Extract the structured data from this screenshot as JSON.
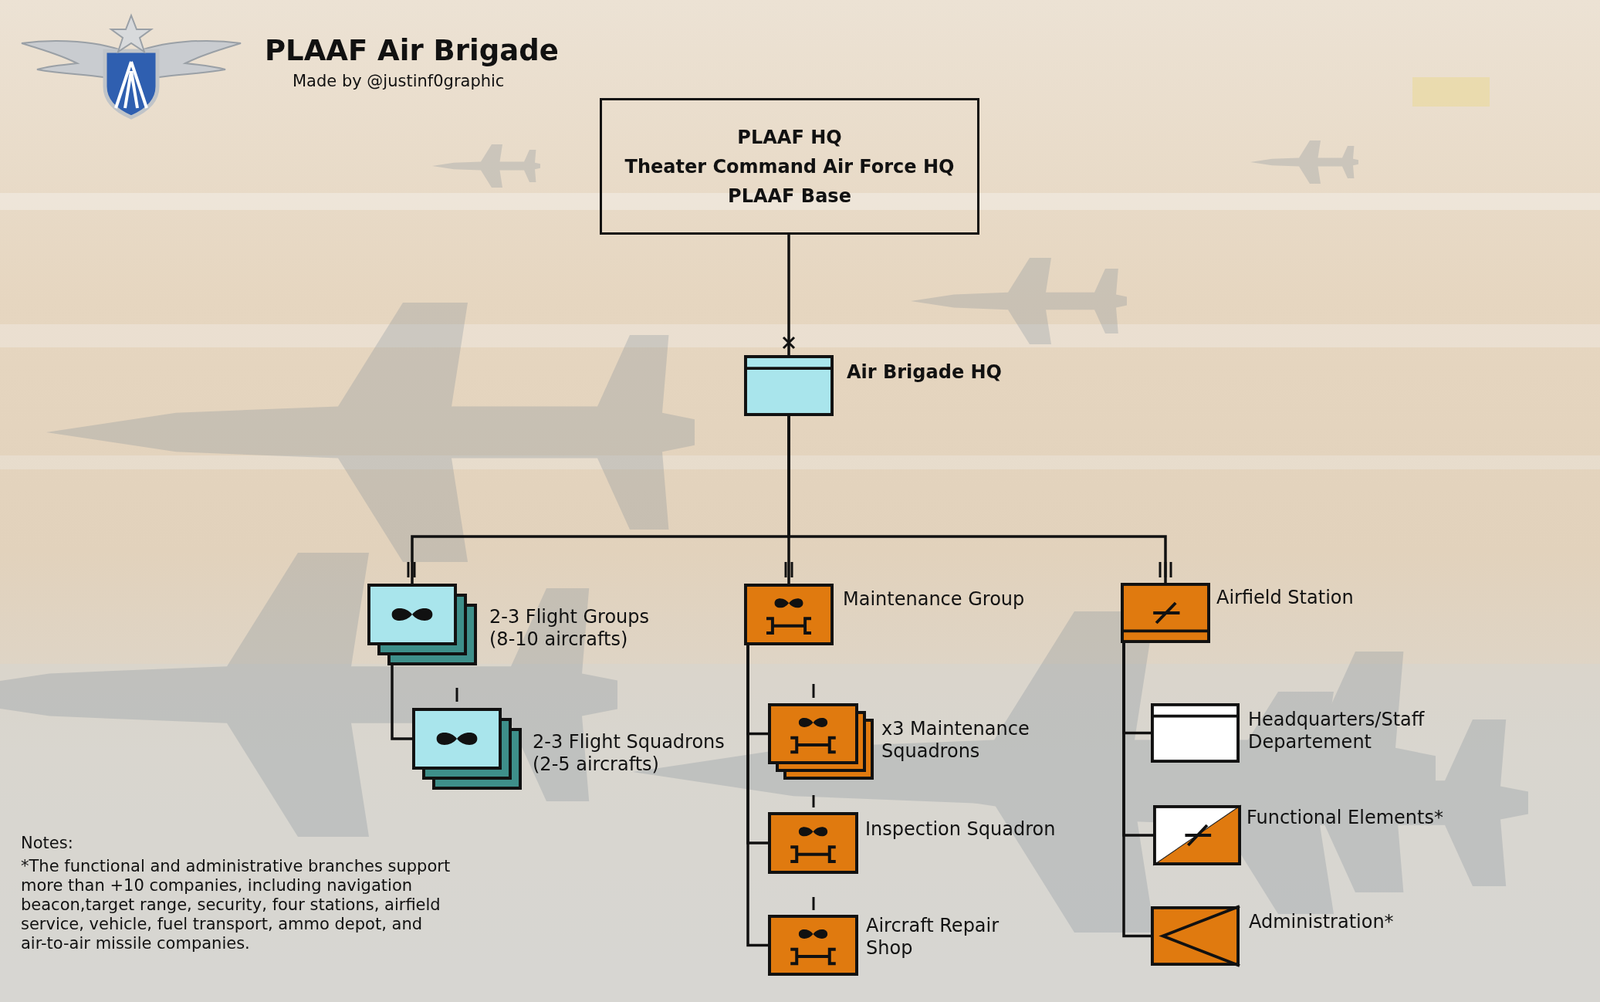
{
  "diagram": {
    "title": "PLAAF Air Brigade",
    "nodes": [
      {
        "text": [
          "PLAAF HQ",
          "Theater Command Air Force HQ",
          "PLAAF Base"
        ]
      },
      {
        "text": [
          "Air Brigade HQ"
        ]
      },
      {
        "text": [
          "2-3 Flight Groups",
          "(8-10 aircrafts)"
        ]
      },
      {
        "text": [
          "2-3 Flight Squadrons",
          "(2-5 aircrafts)"
        ]
      },
      {
        "text": [
          "Maintenance Group"
        ]
      },
      {
        "text": [
          "x3 Maintenance Squadrons"
        ]
      },
      {
        "text": [
          "Inspection Squadron"
        ]
      },
      {
        "text": [
          "Aircraft Repair Shop"
        ]
      },
      {
        "text": [
          "Airfield Station"
        ]
      },
      {
        "text": [
          "Headquarters/Staff Departement"
        ]
      },
      {
        "text": [
          "Functional Elements*"
        ]
      },
      {
        "text": [
          "Administration*"
        ]
      }
    ],
    "edges": [
      {
        "from": 0,
        "to": 1,
        "arrow": "none"
      },
      {
        "from": 1,
        "to": 2,
        "arrow": "none"
      },
      {
        "from": 1,
        "to": 4,
        "arrow": "none"
      },
      {
        "from": 1,
        "to": 8,
        "arrow": "none"
      },
      {
        "from": 2,
        "to": 3,
        "arrow": "none"
      },
      {
        "from": 4,
        "to": 5,
        "arrow": "none"
      },
      {
        "from": 4,
        "to": 6,
        "arrow": "none"
      },
      {
        "from": 4,
        "to": 7,
        "arrow": "none"
      },
      {
        "from": 8,
        "to": 9,
        "arrow": "none"
      },
      {
        "from": 8,
        "to": 10,
        "arrow": "none"
      },
      {
        "from": 8,
        "to": 11,
        "arrow": "none"
      }
    ],
    "labels": [
      "Made by @justinf0graphic",
      "Notes:",
      "*The functional and administrative branches support more than +10 companies, including navigation beacon,target range, security, four stations, airfield service, vehicle, fuel transport, ammo depot, and air-to-air missile companies."
    ]
  }
}
